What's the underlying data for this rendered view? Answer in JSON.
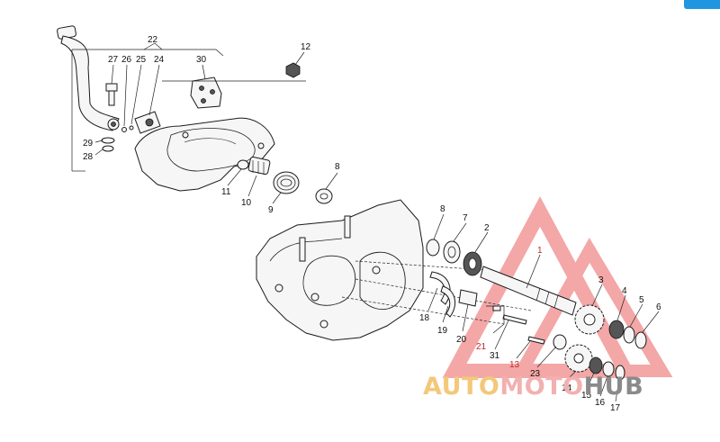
{
  "labels": {
    "l1": "1",
    "l2": "2",
    "l3": "3",
    "l4": "4",
    "l5": "5",
    "l6": "6",
    "l7": "7",
    "l8a": "8",
    "l8b": "8",
    "l9": "9",
    "l10": "10",
    "l11": "11",
    "l12": "12",
    "l13": "13",
    "l14": "14",
    "l15": "15",
    "l16": "16",
    "l17": "17",
    "l18": "18",
    "l19": "19",
    "l20": "20",
    "l21": "21",
    "l22": "22",
    "l23": "23",
    "l24": "24",
    "l25": "25",
    "l26": "26",
    "l27": "27",
    "l28": "28",
    "l29": "29",
    "l30": "30",
    "l31": "31"
  },
  "watermark": {
    "part1": "AUTO",
    "part2": "MOTO",
    "part3": "HUB",
    "color1": "#f4c87a",
    "color2": "#f3b0b0",
    "color3": "#8a8a8a",
    "logo_color": "#f08a8a"
  },
  "colors": {
    "red_label": "#c2272d",
    "corner_button": "#2196e0"
  }
}
